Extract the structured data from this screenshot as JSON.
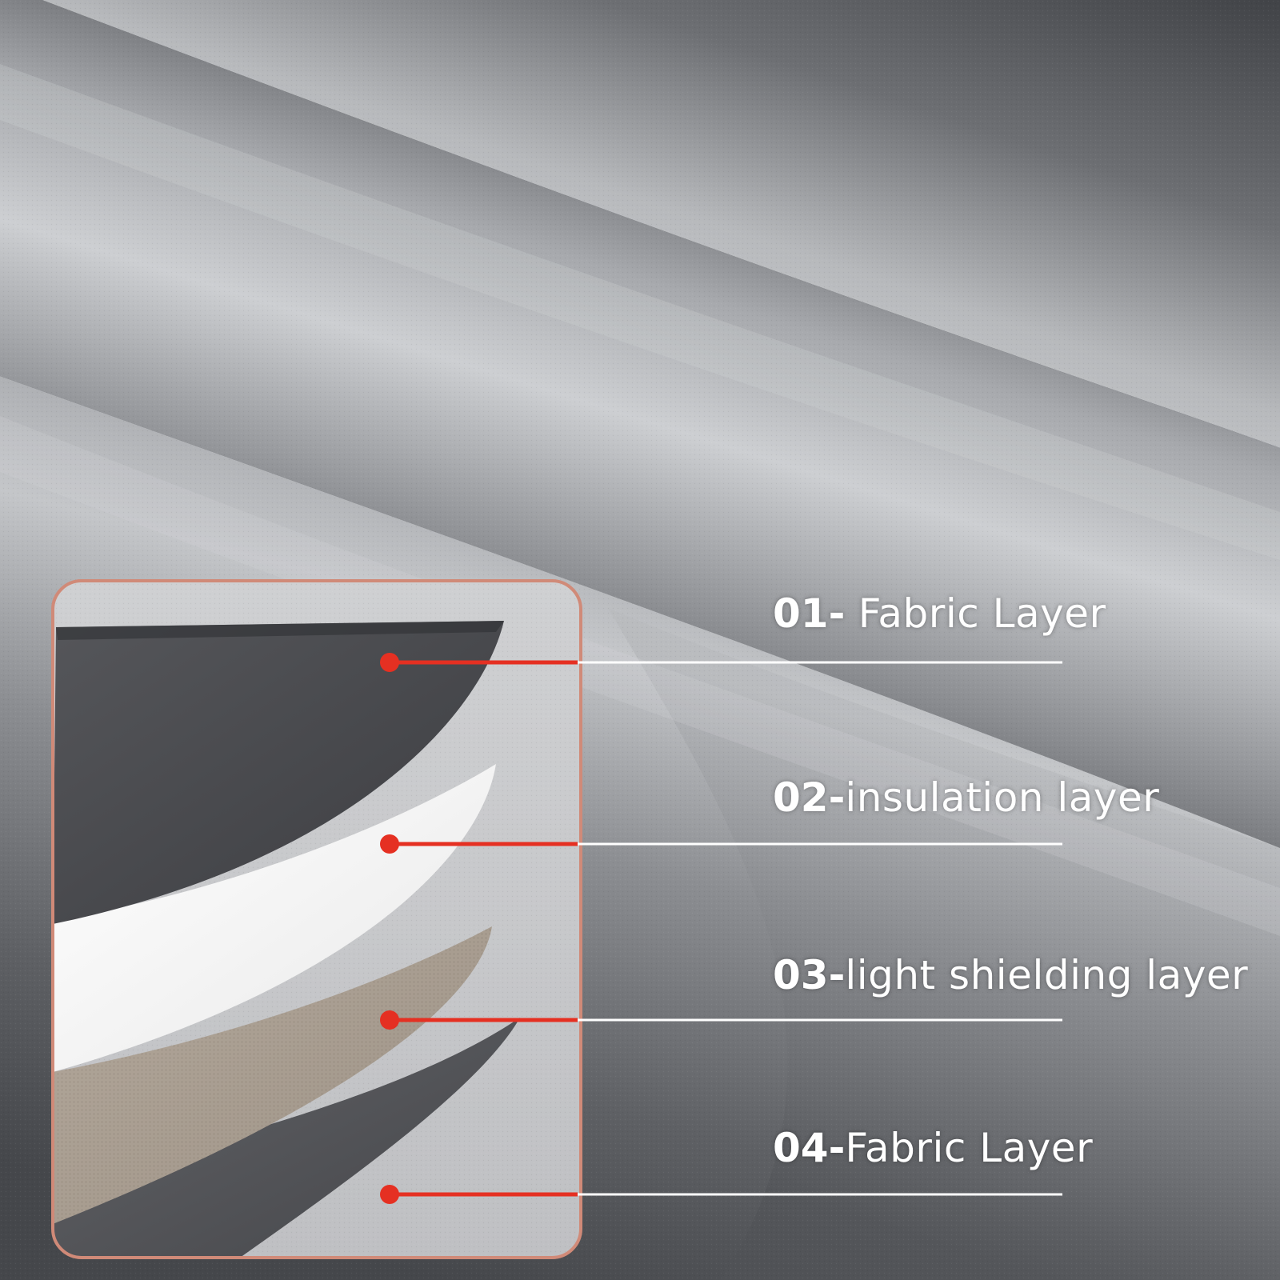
{
  "layers": [
    {
      "number": "01-",
      "name": "Fabric Layer",
      "color": "#46474b"
    },
    {
      "number": "02-",
      "name": "insulation layer",
      "color": "#f2f2f2"
    },
    {
      "number": "03-",
      "name": "light shielding layer",
      "color": "#a99e92"
    },
    {
      "number": "04-",
      "name": "Fabric Layer",
      "color": "#55575b"
    }
  ],
  "colors": {
    "frame_border": "#d08a78",
    "marker": "#e53022",
    "leader_line": "#ffffff",
    "fabric_light": "#c5c7ca",
    "fabric_dark": "#4a4c50"
  }
}
